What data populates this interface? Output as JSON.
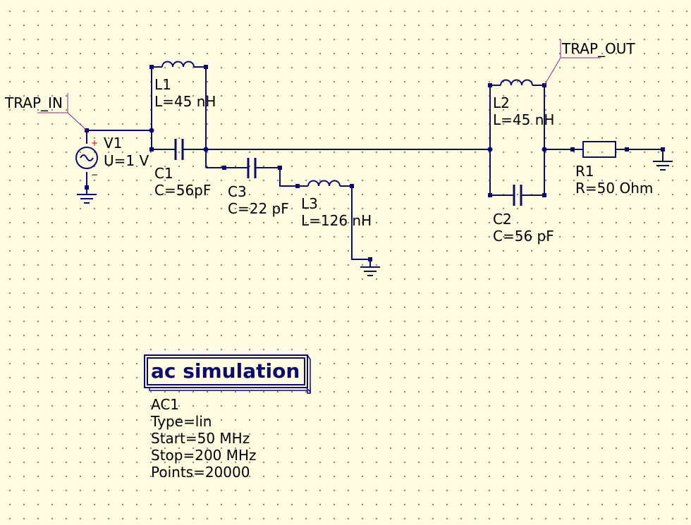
{
  "net_labels": {
    "trap_in": "TRAP_IN",
    "trap_out": "TRAP_OUT"
  },
  "components": {
    "V1": {
      "name": "V1",
      "value": "U=1 V"
    },
    "L1": {
      "name": "L1",
      "value": "L=45 nH"
    },
    "C1": {
      "name": "C1",
      "value": "C=56pF"
    },
    "C3": {
      "name": "C3",
      "value": "C=22 pF"
    },
    "L3": {
      "name": "L3",
      "value": "L=126 nH"
    },
    "L2": {
      "name": "L2",
      "value": "L=45 nH"
    },
    "C2": {
      "name": "C2",
      "value": "C=56 pF"
    },
    "R1": {
      "name": "R1",
      "value": "R=50 Ohm"
    }
  },
  "simulation": {
    "title": "ac simulation",
    "name": "AC1",
    "type": "Type=lin",
    "start": "Start=50 MHz",
    "stop": "Stop=200 MHz",
    "points": "Points=20000"
  },
  "colors": {
    "wire": "#0b0b6e",
    "label_line": "#8a2a8a",
    "background": "#fefbe0"
  }
}
